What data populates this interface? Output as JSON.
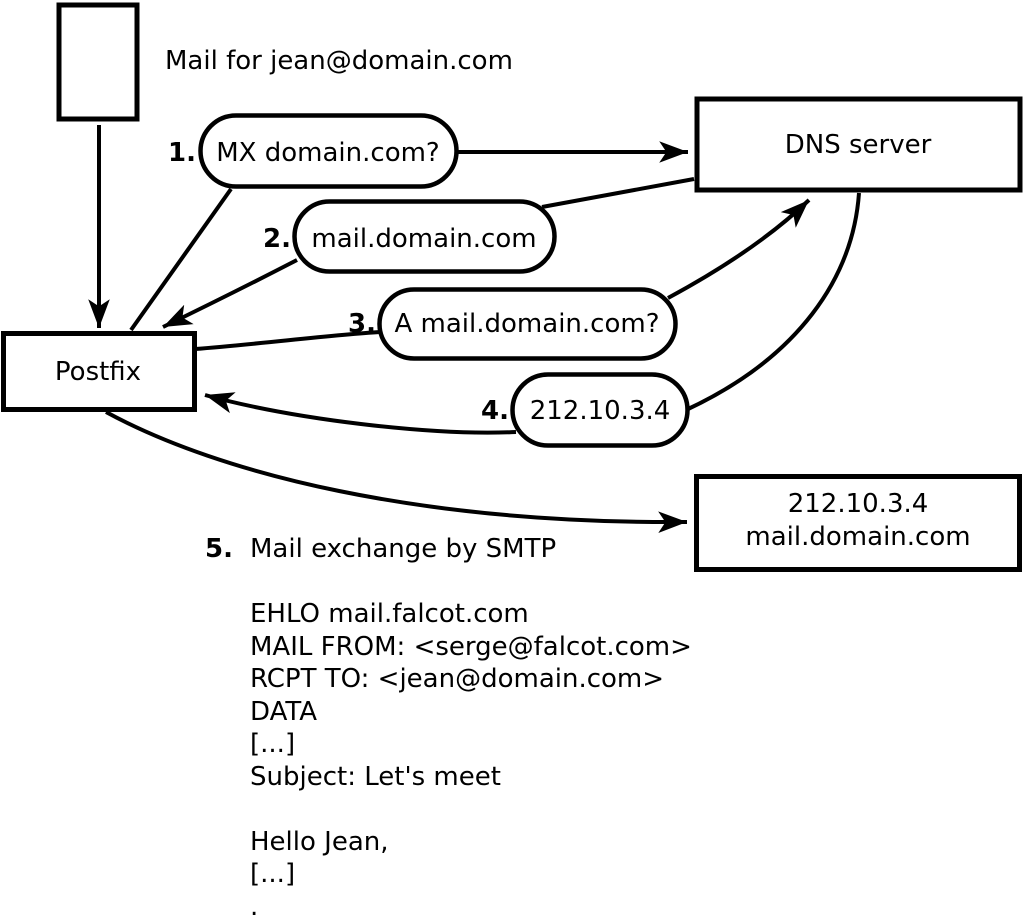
{
  "diagram": {
    "title": "Mail for jean@domain.com",
    "nodes": {
      "postfix": {
        "label": "Postfix"
      },
      "dns": {
        "label": "DNS server"
      },
      "mail_server": {
        "line1": "212.10.3.4",
        "line2": "mail.domain.com"
      }
    },
    "steps": [
      {
        "num": "1.",
        "label": "MX domain.com?"
      },
      {
        "num": "2.",
        "label": "mail.domain.com"
      },
      {
        "num": "3.",
        "label": "A mail.domain.com?"
      },
      {
        "num": "4.",
        "label": "212.10.3.4"
      },
      {
        "num": "5.",
        "label": "Mail exchange by SMTP"
      }
    ],
    "smtp_session": {
      "lines": [
        "EHLO mail.falcot.com",
        "MAIL FROM: <serge@falcot.com>",
        "RCPT TO: <jean@domain.com>",
        "DATA",
        "[...]",
        "Subject: Let's meet",
        "",
        "Hello Jean,",
        "[...]",
        "."
      ]
    },
    "colors": {
      "stroke": "#000000",
      "background": "#ffffff"
    }
  }
}
